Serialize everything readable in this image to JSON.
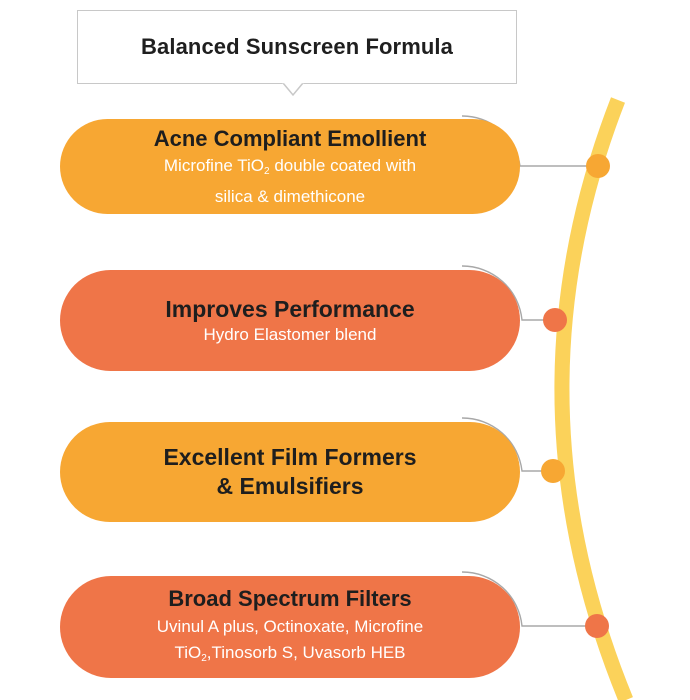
{
  "title": "Balanced Sunscreen Formula",
  "colors": {
    "yellow": "#f7a733",
    "orange": "#ef7548",
    "arc": "#fbd25a",
    "connector": "#a8a8a8"
  },
  "items": [
    {
      "heading": "Acne Compliant Emollient",
      "desc_pre": "Microfine TiO",
      "desc_sub": "2",
      "desc_post": " double coated with",
      "desc_line2": "silica & dimethicone",
      "color": "yellow"
    },
    {
      "heading": "Improves Performance",
      "desc": "Hydro Elastomer blend",
      "color": "orange"
    },
    {
      "heading_line1": "Excellent Film Formers",
      "heading_line2": "& Emulsifiers",
      "color": "yellow"
    },
    {
      "heading": "Broad Spectrum Filters",
      "desc_line1": "Uvinul A plus, Octinoxate, Microfine",
      "desc2_pre": "TiO",
      "desc2_sub": "2",
      "desc2_post": ",Tinosorb S, Uvasorb HEB",
      "color": "orange"
    }
  ]
}
